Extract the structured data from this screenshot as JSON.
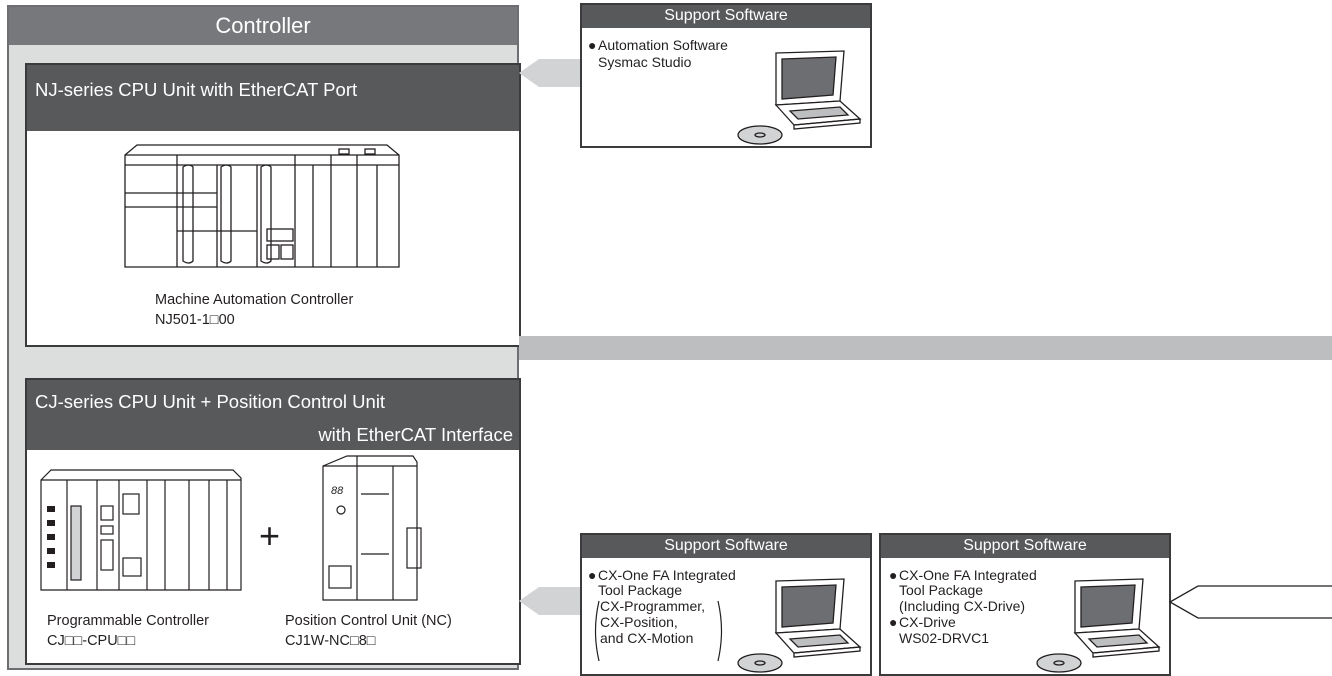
{
  "controller": {
    "title": "Controller",
    "nj": {
      "header": "NJ-series CPU Unit with EtherCAT Port",
      "caption_line1": "Machine Automation Controller",
      "caption_line2": "NJ501-1□00"
    },
    "cj": {
      "header_line1": "CJ-series CPU Unit + Position Control Unit",
      "header_line2": "with EtherCAT Interface",
      "plus": "+",
      "plc_line1": "Programmable Controller",
      "plc_line2": "CJ□□-CPU□□",
      "nc_line1": "Position Control Unit (NC)",
      "nc_line2": "CJ1W-NC□8□",
      "nc_display": "88"
    }
  },
  "support_top": {
    "header": "Support Software",
    "bullet": "●",
    "line1": "Automation Software",
    "line2": "Sysmac Studio"
  },
  "support_cx_one": {
    "header": "Support Software",
    "bullet": "●",
    "lines": [
      "CX-One FA Integrated",
      "Tool Package",
      "CX-Programmer,",
      "CX-Position,",
      "and CX-Motion"
    ]
  },
  "support_cx_drive": {
    "header": "Support Software",
    "bullet": "●",
    "lines": [
      "CX-One FA Integrated",
      "Tool Package",
      "(Including CX-Drive)",
      "CX-Drive",
      "WS02-DRVC1"
    ]
  },
  "colors": {
    "panel_bg": "#dcdddd",
    "title_bar": "#77787b",
    "section_header": "#58595b",
    "connector_bar": "#bcbec0",
    "arrow": "#d1d3d4"
  }
}
